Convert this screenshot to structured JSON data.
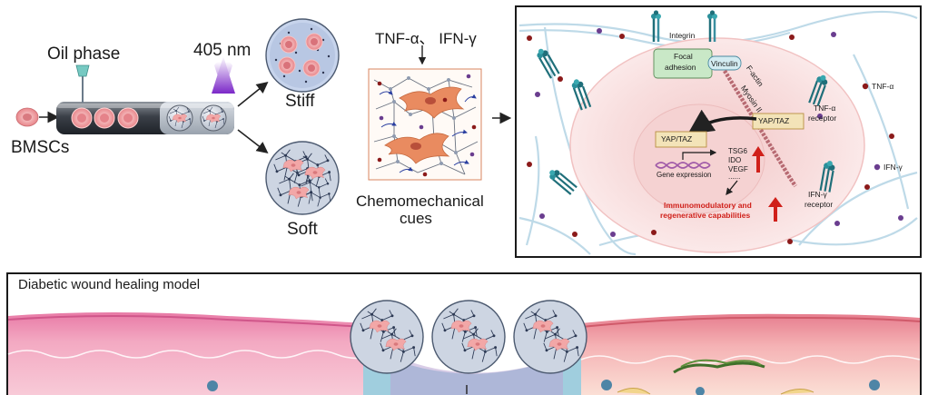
{
  "fabrication": {
    "cell_label": "BMSCs",
    "oil_phase_label": "Oil phase",
    "light_label": "405 nm",
    "stiff_label": "Stiff",
    "soft_label": "Soft"
  },
  "cues": {
    "cytokines_label": "TNF-α、 IFN-γ",
    "caption_line1": "Chemomechanical",
    "caption_line2": "cues"
  },
  "mechanism": {
    "integrin": "Integrin",
    "focal_adhesion_line1": "Focal",
    "focal_adhesion_line2": "adhesion",
    "vinculin": "Vinculin",
    "f_actin": "F-actin",
    "myosin": "Myosin II",
    "yap_taz_cyto": "YAP/TAZ",
    "yap_taz_nucleus": "YAP/TAZ",
    "gene_expression": "Gene expression",
    "genes": [
      "TSG6",
      "IDO",
      "VEGF",
      "......"
    ],
    "outcome_line1": "Immunomodulatory and",
    "outcome_line2": "regenerative capabilities",
    "tnf_receptor_line1": "TNF-α",
    "tnf_receptor_line2": "receptor",
    "ifn_receptor_line1": "IFN-γ",
    "ifn_receptor_line2": "receptor",
    "legend_tnf": "TNF-α",
    "legend_ifn": "IFN-γ",
    "colors": {
      "tnf_dot": "#8b1a1a",
      "ifn_dot": "#6a3d8f",
      "upregulation_arrow": "#d0201a",
      "outcome_text": "#d0201a",
      "yap_box": "#f3e3b8"
    }
  },
  "wound_model": {
    "title": "Diabetic wound healing model"
  }
}
